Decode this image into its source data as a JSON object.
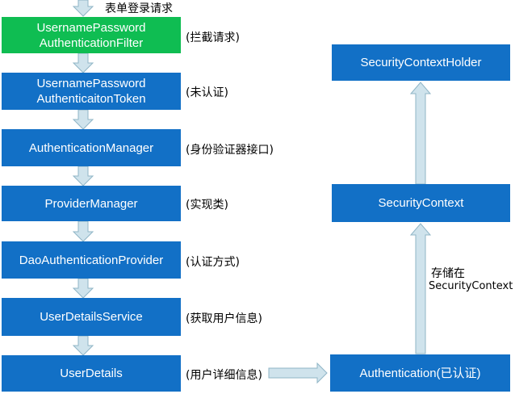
{
  "colors": {
    "box_blue": "#1270c6",
    "box_green": "#0fbd52",
    "arrow_fill": "#cfe3ec",
    "arrow_stroke": "#8fb5c6"
  },
  "top_label": "表单登录请求",
  "chain": [
    {
      "line1": "UsernamePassword",
      "line2": "AuthenticationFilter",
      "note": "(拦截请求)"
    },
    {
      "line1": "UsernamePassword",
      "line2": "AuthenticaitonToken",
      "note": "(未认证)"
    },
    {
      "line1": "AuthenticationManager",
      "note": "(身份验证器接口)"
    },
    {
      "line1": "ProviderManager",
      "note": "(实现类)"
    },
    {
      "line1": "DaoAuthenticationProvider",
      "note": "(认证方式)"
    },
    {
      "line1": "UserDetailsService",
      "note": "(获取用户信息)"
    },
    {
      "line1": "UserDetails",
      "note": "(用户详细信息)"
    }
  ],
  "right": {
    "holder": "SecurityContextHolder",
    "context": "SecurityContext",
    "authentication": "Authentication(已认证)",
    "store_label_1": "存储在",
    "store_label_2": "SecurityContext"
  }
}
